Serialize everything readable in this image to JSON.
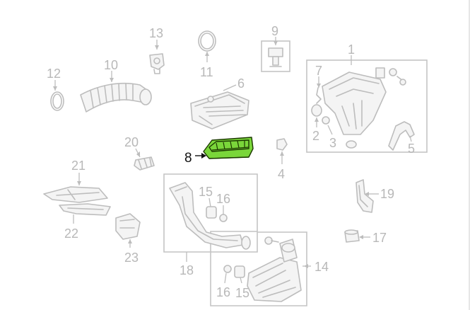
{
  "colors": {
    "highlight": "#7ad63a",
    "part_line": "#bdbdbd",
    "label_inactive": "#b8b8b8",
    "label_active": "#111111"
  },
  "highlighted_part": "8",
  "callouts": {
    "c1": "1",
    "c2": "2",
    "c3": "3",
    "c4": "4",
    "c5": "5",
    "c6": "6",
    "c7": "7",
    "c8": "8",
    "c9": "9",
    "c10": "10",
    "c11": "11",
    "c12": "12",
    "c13": "13",
    "c14": "14",
    "c15a": "15",
    "c15b": "15",
    "c16a": "16",
    "c16b": "16",
    "c17": "17",
    "c18": "18",
    "c19": "19",
    "c20": "20",
    "c21": "21",
    "c22": "22",
    "c23": "23"
  }
}
